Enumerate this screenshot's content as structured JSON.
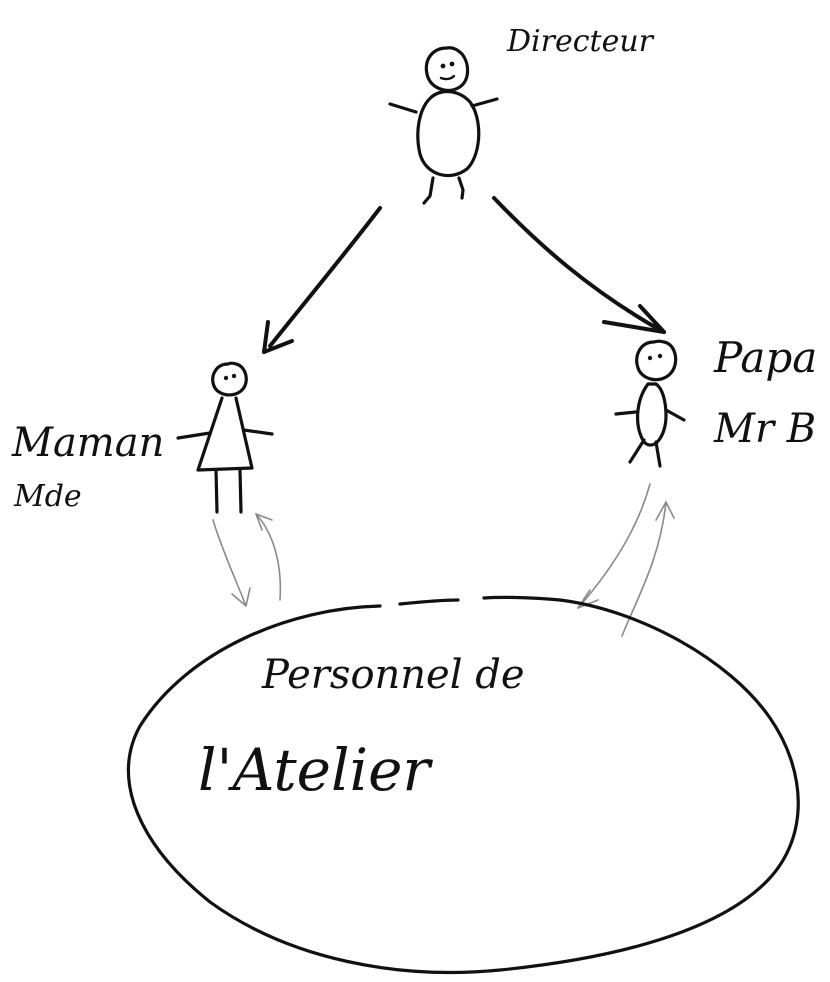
{
  "nodes": {
    "directeur": {
      "label": "Directeur"
    },
    "maman": {
      "label_line1": "Maman",
      "label_line2": "Mde"
    },
    "papa": {
      "label_line1": "Papa",
      "label_line2": "Mr B"
    },
    "personnel": {
      "label_line1": "Personnel de",
      "label_line2": "l'Atelier"
    }
  },
  "colors": {
    "ink": "#111111",
    "light_arrow": "#8a8a8a",
    "paper": "#ffffff"
  }
}
